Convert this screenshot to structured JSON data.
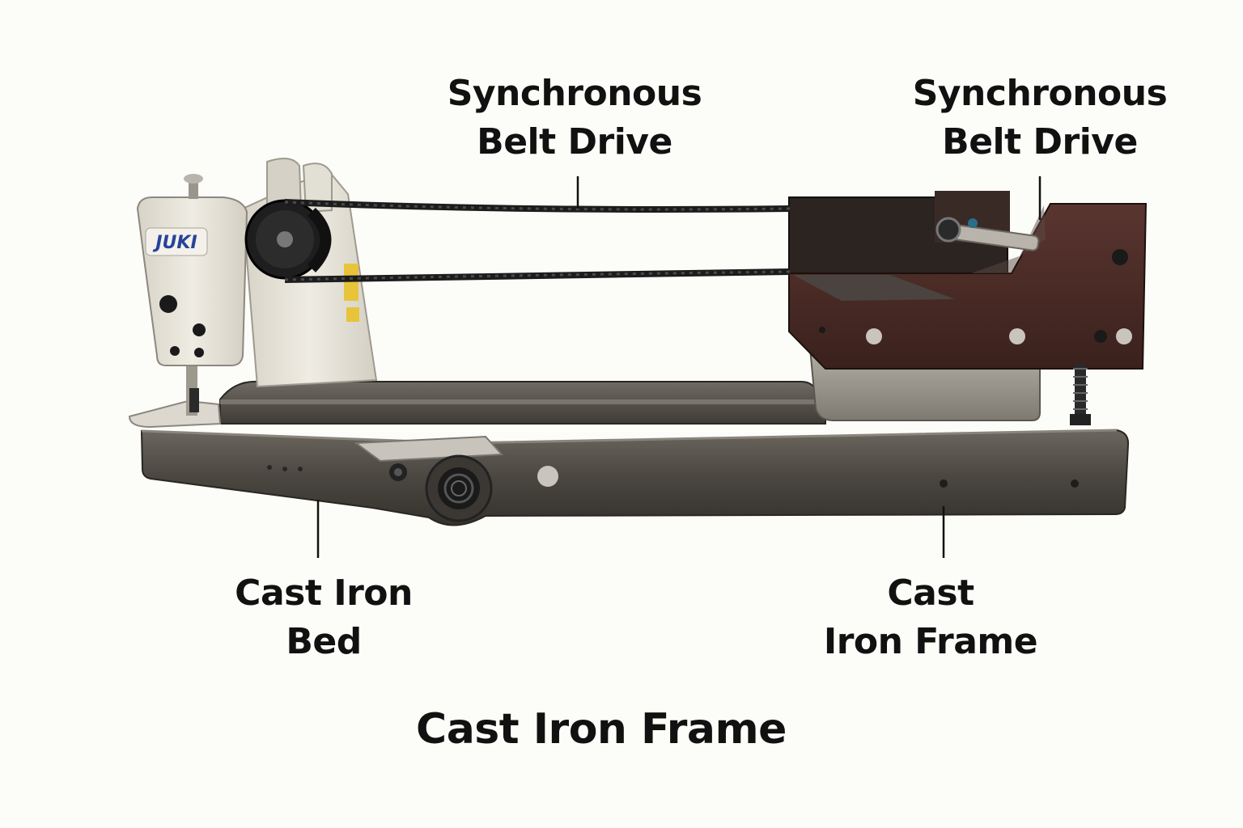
{
  "machine": {
    "brand_badge": "JUKI",
    "colors": {
      "background": "#fcfcf8",
      "head_body": "#e9e6dc",
      "cast_iron": "#4a4640",
      "cast_iron_dark": "#2f2c28",
      "frame_maroon": "#4a2a24",
      "belt": "#1c1c1c",
      "label_text": "#111111",
      "badge_blue": "#27439a"
    }
  },
  "labels": {
    "belt_drive_left": {
      "line1": "Synchronous",
      "line2": "Belt Drive"
    },
    "belt_drive_right": {
      "line1": "Synchronous",
      "line2": "Belt Drive"
    },
    "cast_iron_bed": {
      "line1": "Cast Iron",
      "line2": "Bed"
    },
    "cast_iron_frame": {
      "line1": "Cast",
      "line2": "Iron Frame"
    }
  },
  "footer": {
    "title": "Cast Iron Frame"
  }
}
